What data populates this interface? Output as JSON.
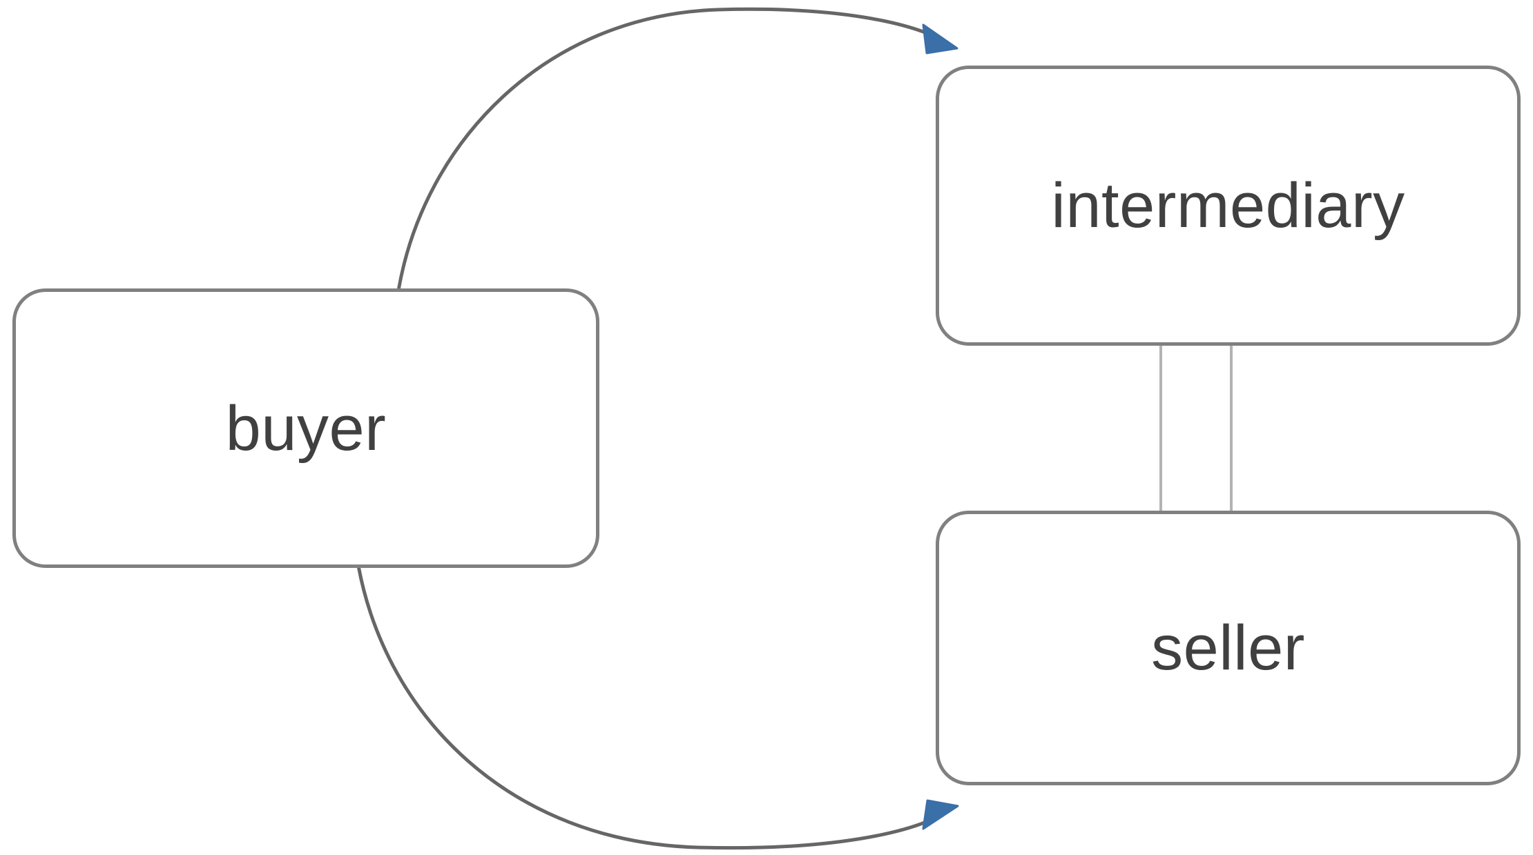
{
  "diagram": {
    "title": "buyer-intermediary-seller relationship diagram",
    "background_color": "#ffffff",
    "nodes": [
      {
        "id": "buyer",
        "label": "buyer",
        "shape": "rounded-rectangle",
        "border_color": "#808080",
        "fill_color": "#ffffff",
        "text_color": "#404040"
      },
      {
        "id": "intermediary",
        "label": "intermediary",
        "shape": "rounded-rectangle",
        "border_color": "#808080",
        "fill_color": "#ffffff",
        "text_color": "#404040"
      },
      {
        "id": "seller",
        "label": "seller",
        "shape": "rounded-rectangle",
        "border_color": "#808080",
        "fill_color": "#ffffff",
        "text_color": "#404040"
      }
    ],
    "edges": [
      {
        "id": "buyer-to-intermediary",
        "from": "buyer",
        "to": "intermediary",
        "style": "curved",
        "directed": true,
        "line_color": "#666666",
        "arrow_color": "#3a6fa8"
      },
      {
        "id": "buyer-to-seller",
        "from": "buyer",
        "to": "seller",
        "style": "curved",
        "directed": true,
        "line_color": "#666666",
        "arrow_color": "#3a6fa8"
      },
      {
        "id": "intermediary-seller-link-left",
        "from": "intermediary",
        "to": "seller",
        "style": "straight",
        "directed": false,
        "line_color": "#b3b3b3",
        "arrow_color": ""
      },
      {
        "id": "intermediary-seller-link-right",
        "from": "intermediary",
        "to": "seller",
        "style": "straight",
        "directed": false,
        "line_color": "#b3b3b3",
        "arrow_color": ""
      }
    ]
  }
}
